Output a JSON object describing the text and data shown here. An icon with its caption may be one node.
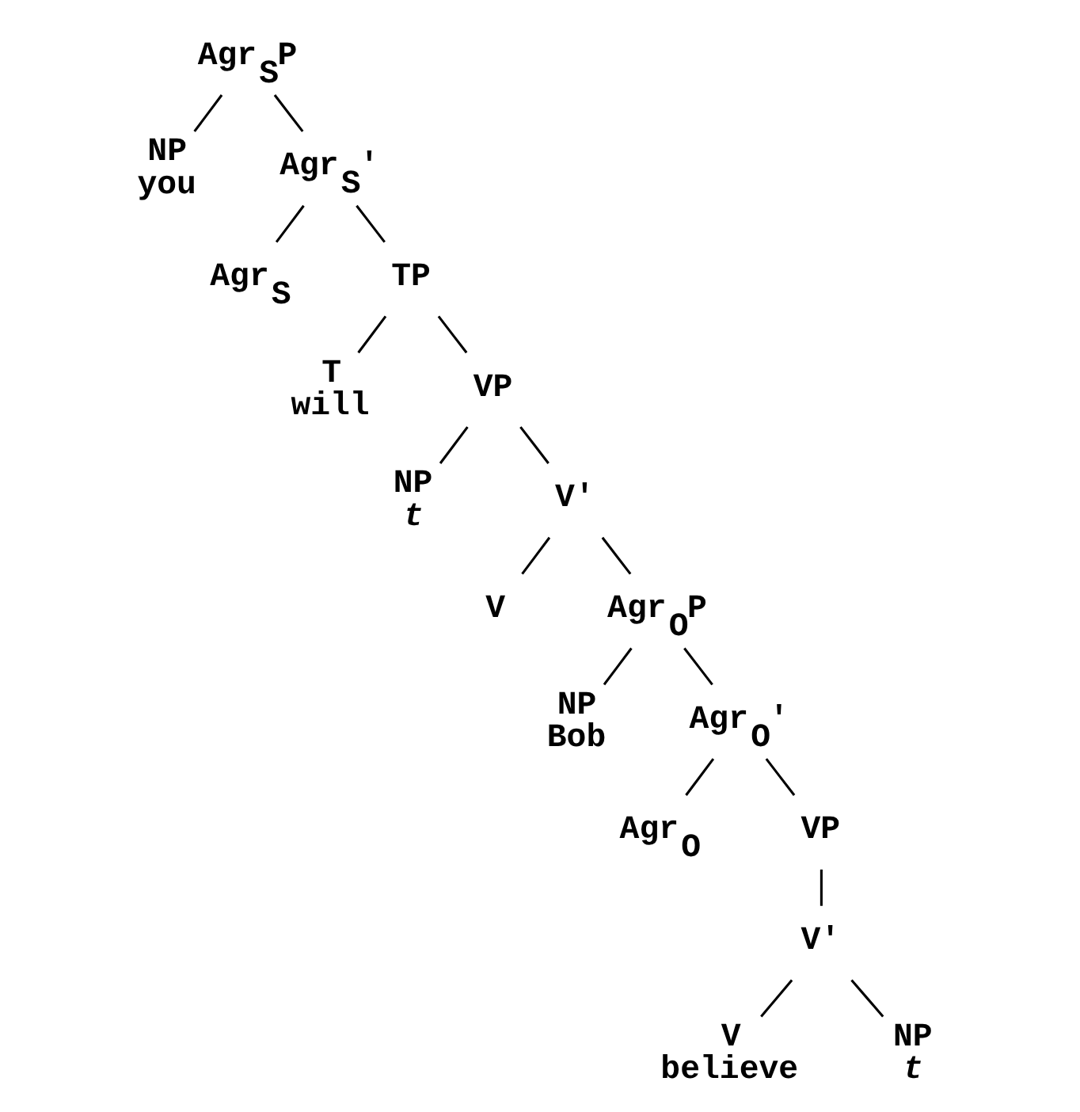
{
  "diagram": {
    "nodes": [
      {
        "text": [
          "Agr$_{S}$P"
        ]
      },
      {
        "text": [
          "NP",
          "you"
        ]
      },
      {
        "text": [
          "Agr$_{S}$'"
        ]
      },
      {
        "text": [
          "Agr$_{S}$"
        ]
      },
      {
        "text": [
          "TP"
        ]
      },
      {
        "text": [
          "T",
          "will"
        ]
      },
      {
        "text": [
          "VP"
        ]
      },
      {
        "text": [
          "NP",
          "t"
        ]
      },
      {
        "text": [
          "V'"
        ]
      },
      {
        "text": [
          "V"
        ]
      },
      {
        "text": [
          "Agr$_{O}$P"
        ]
      },
      {
        "text": [
          "NP",
          "Bob"
        ]
      },
      {
        "text": [
          "Agr$_{O}$'"
        ]
      },
      {
        "text": [
          "Agr$_{O}$"
        ]
      },
      {
        "text": [
          "VP"
        ]
      },
      {
        "text": [
          "V'"
        ]
      },
      {
        "text": [
          "V",
          "believe"
        ]
      },
      {
        "text": [
          "NP",
          "t"
        ]
      }
    ],
    "edges": [
      {
        "from": 0,
        "to": 1,
        "arrow": "none"
      },
      {
        "from": 0,
        "to": 2,
        "arrow": "none"
      },
      {
        "from": 2,
        "to": 3,
        "arrow": "none"
      },
      {
        "from": 2,
        "to": 4,
        "arrow": "none"
      },
      {
        "from": 4,
        "to": 5,
        "arrow": "none"
      },
      {
        "from": 4,
        "to": 6,
        "arrow": "none"
      },
      {
        "from": 6,
        "to": 7,
        "arrow": "none"
      },
      {
        "from": 6,
        "to": 8,
        "arrow": "none"
      },
      {
        "from": 8,
        "to": 9,
        "arrow": "none"
      },
      {
        "from": 8,
        "to": 10,
        "arrow": "none"
      },
      {
        "from": 10,
        "to": 11,
        "arrow": "none"
      },
      {
        "from": 10,
        "to": 12,
        "arrow": "none"
      },
      {
        "from": 12,
        "to": 13,
        "arrow": "none"
      },
      {
        "from": 12,
        "to": 14,
        "arrow": "none"
      },
      {
        "from": 14,
        "to": 15,
        "arrow": "none"
      },
      {
        "from": 15,
        "to": 16,
        "arrow": "none"
      },
      {
        "from": 15,
        "to": 17,
        "arrow": "none"
      }
    ]
  }
}
